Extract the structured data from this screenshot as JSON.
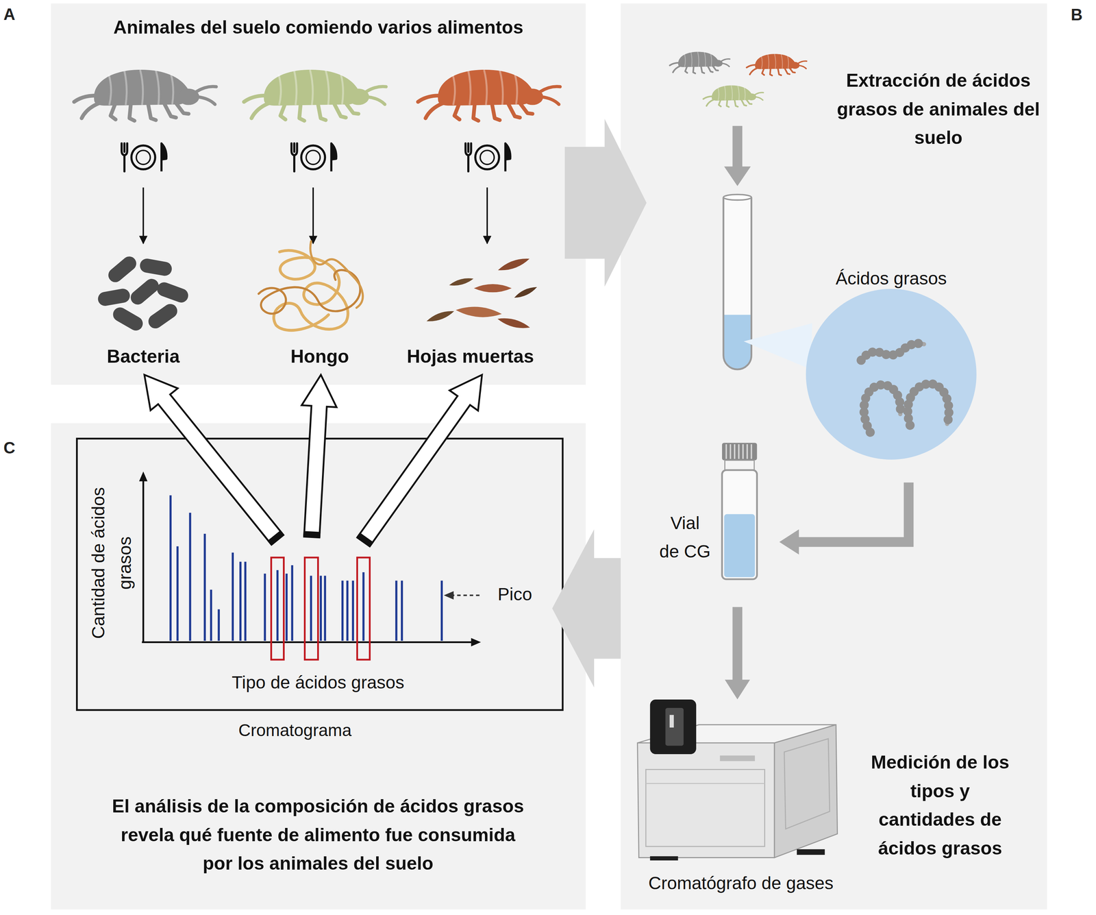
{
  "diagram": {
    "nodes": [
      {
        "text": [
          "Animales del suelo comiendo varios alimentos"
        ]
      },
      {
        "text": [
          "Bacteria"
        ],
        "in": 0
      },
      {
        "text": [
          "Hongo"
        ],
        "in": 0
      },
      {
        "text": [
          "Hojas muertas"
        ],
        "in": 0
      },
      {
        "text": [
          "Extracción de ácidos grasos de animales del suelo"
        ]
      },
      {
        "text": [
          "Ácidos grasos"
        ],
        "in": 4
      },
      {
        "text": [
          "Vial de CG"
        ],
        "in": 4
      },
      {
        "text": [
          "Medición de los tipos y cantidades de ácidos grasos",
          "Cromatógrafo de gases"
        ],
        "in": 4
      },
      {
        "text": [
          "El análisis de la composición de ácidos grasos revela qué fuente de alimento fue consumida por los animales del suelo"
        ]
      },
      {
        "text": [
          "Cantidad de ácidos grasos",
          "Tipo de ácidos grasos",
          "Pico",
          "Cromatograma"
        ],
        "in": 8
      }
    ],
    "edges": [
      {
        "from": 0,
        "to": 4,
        "arrow": "to"
      },
      {
        "from": 4,
        "to": 8,
        "arrow": "to"
      },
      {
        "from": 5,
        "to": 6,
        "arrow": "to"
      },
      {
        "from": 6,
        "to": 7,
        "arrow": "to"
      },
      {
        "from": 9,
        "to": 1,
        "arrow": "to"
      },
      {
        "from": 9,
        "to": 2,
        "arrow": "to"
      },
      {
        "from": 9,
        "to": 3,
        "arrow": "to"
      }
    ],
    "labels": [
      "A",
      "B",
      "C"
    ]
  }
}
